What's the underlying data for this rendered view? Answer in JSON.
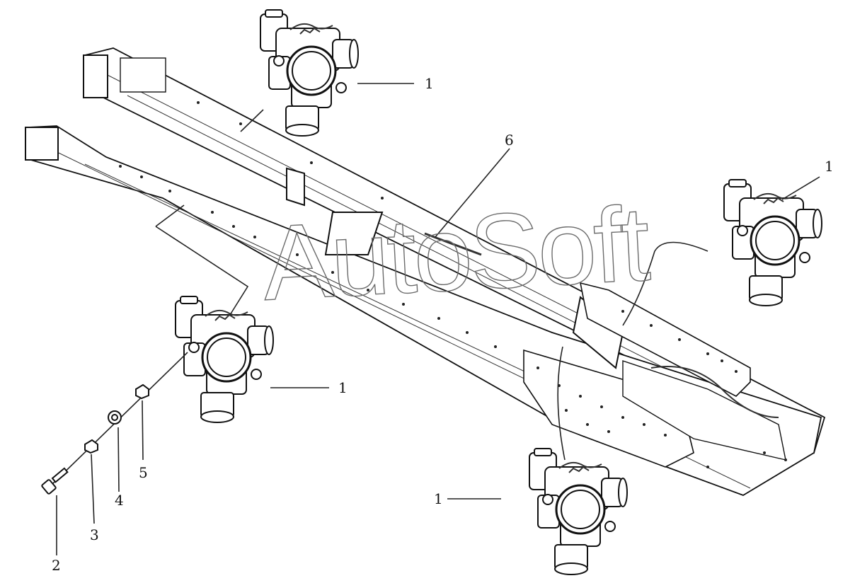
{
  "watermark": "AutoSoft",
  "callouts": [
    {
      "id": "c1a",
      "text": "1"
    },
    {
      "id": "c1b",
      "text": "1"
    },
    {
      "id": "c1c",
      "text": "1"
    },
    {
      "id": "c1d",
      "text": "1"
    },
    {
      "id": "c2",
      "text": "2"
    },
    {
      "id": "c3",
      "text": "3"
    },
    {
      "id": "c4",
      "text": "4"
    },
    {
      "id": "c5",
      "text": "5"
    },
    {
      "id": "c6",
      "text": "6"
    }
  ],
  "colors": {
    "line": "#111111",
    "watermark": "#6b6b6b",
    "background": "#ffffff"
  }
}
